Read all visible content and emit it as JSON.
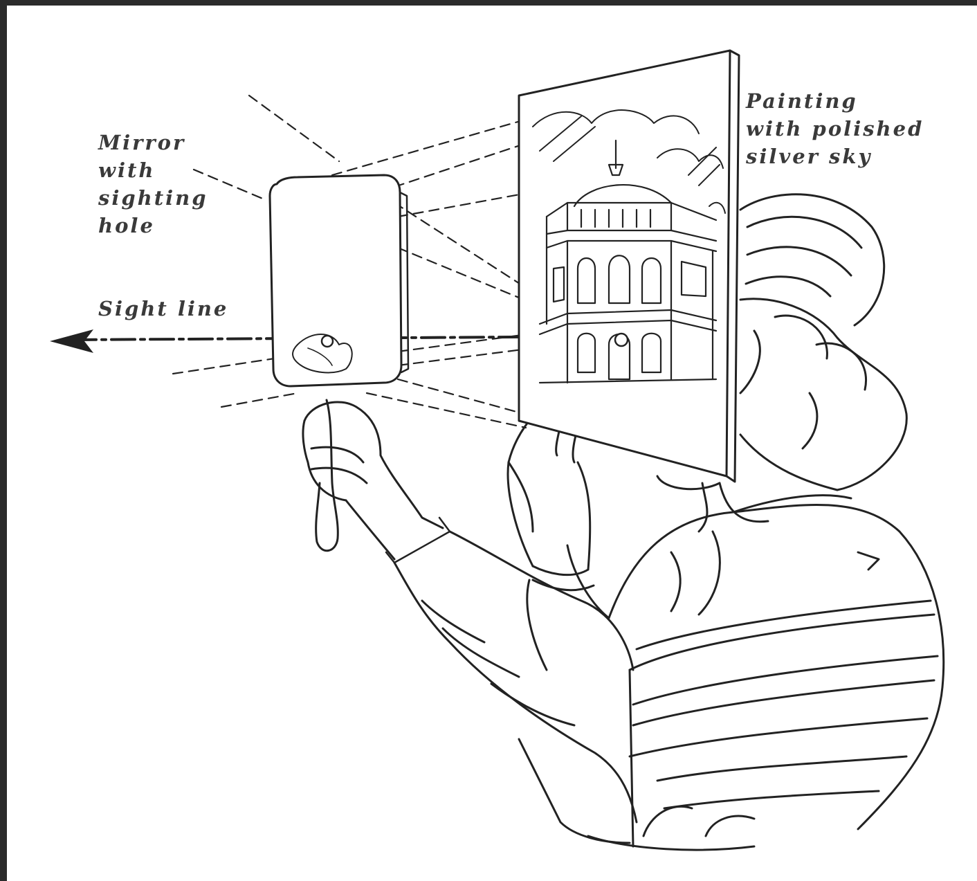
{
  "labels": {
    "mirror": "Mirror\nwith\nsighting\nhole",
    "sight_line": "Sight line",
    "painting": "Painting\nwith polished\nsilver sky"
  },
  "colors": {
    "ink": "#222222",
    "label_ink": "#3a3a3a",
    "paper": "#ffffff",
    "border": "#2b2b2b"
  }
}
